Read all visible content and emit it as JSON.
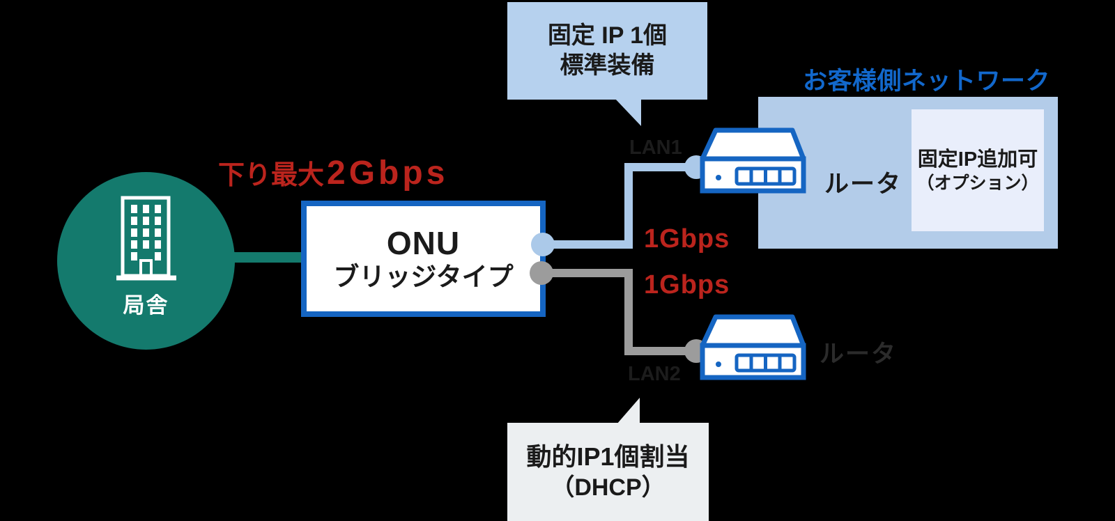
{
  "central_office": {
    "label": "局舎"
  },
  "downstream": {
    "prefix": "下り最大",
    "speed": "2Gbps"
  },
  "onu": {
    "title": "ONU",
    "subtitle": "ブリッジタイプ"
  },
  "callout_fixed_ip": {
    "line1": "固定 IP 1個",
    "line2": "標準装備"
  },
  "ports": {
    "top": "LAN1",
    "bottom": "LAN2"
  },
  "link_speeds": {
    "top": "1Gbps",
    "bottom": "1Gbps"
  },
  "customer_network": {
    "title": "お客様側ネットワーク",
    "router_label": "ルータ",
    "option_box": {
      "line1": "固定IP追加可",
      "line2": "（オプション）"
    }
  },
  "bottom_router": {
    "label": "ルータ"
  },
  "callout_dhcp": {
    "line1": "動的IP1個割当",
    "line2": "（DHCP）"
  },
  "colors": {
    "teal_green": "#147a6d",
    "device_blue": "#1565c2",
    "light_blue_link": "#abc9e9",
    "gray_link": "#9c9c9c",
    "red_accent": "#bb241d",
    "panel_blue": "#b3cce9",
    "callout_blue": "#b6d1ee",
    "callout_gray": "#eceff1",
    "heading_blue": "#1268cc"
  }
}
